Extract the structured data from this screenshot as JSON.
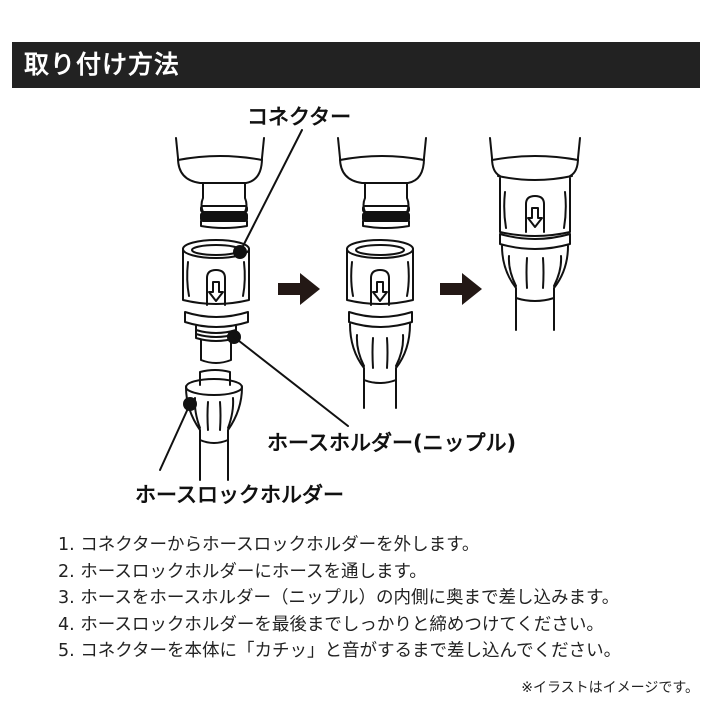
{
  "header": {
    "title": "取り付け方法"
  },
  "diagram": {
    "labels": {
      "connector": "コネクター",
      "hose_holder": "ホースホルダー(ニップル)",
      "hose_lock_holder": "ホースロックホルダー"
    },
    "arrow_icon": "right-arrow",
    "indicator_icon": "down-arrow"
  },
  "steps": [
    "1. コネクターからホースロックホルダーを外します。",
    "2. ホースロックホルダーにホースを通します。",
    "3. ホースをホースホルダー（ニップル）の内側に奥まで差し込みます。",
    "4. ホースロックホルダーを最後までしっかりと締めつけてください。",
    "5. コネクターを本体に「カチッ」と音がするまで差し込んでください。"
  ],
  "note": "※イラストはイメージです。"
}
